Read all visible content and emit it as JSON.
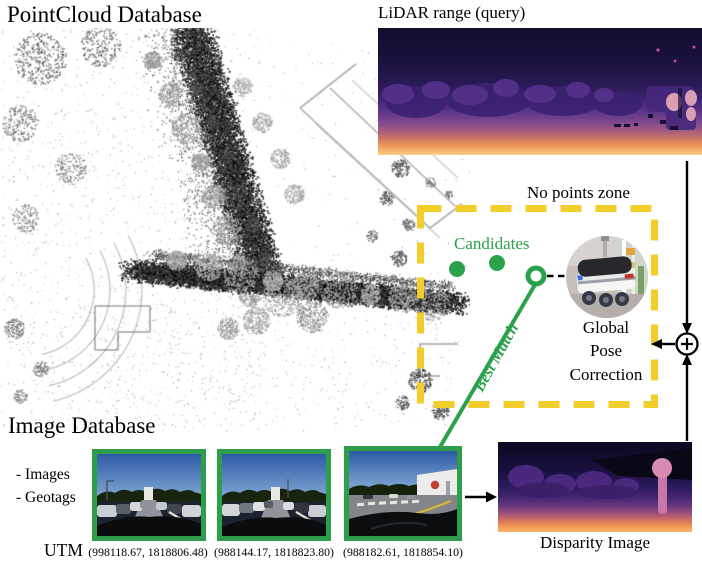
{
  "colors": {
    "accent_green": "#2aa14b",
    "zone_yellow": "#f2ce2b",
    "line_black": "#000000"
  },
  "pointcloud": {
    "title": "PointCloud Database"
  },
  "lidar": {
    "label": "LiDAR range (query)"
  },
  "matching": {
    "no_points_label": "No points zone",
    "candidates_label": "Candidates",
    "best_match_label": "Best Match",
    "global_pose_lines": [
      "Global",
      "Pose",
      "Correction"
    ]
  },
  "icons": {
    "sum_node": "circled-plus",
    "robot": "delivery-robot-photo"
  },
  "image_database": {
    "title": "Image Database",
    "items": [
      "- Images",
      "- Geotags"
    ],
    "utm_label": "UTM",
    "images": [
      {
        "coords": "(998118.67, 1818806.48)"
      },
      {
        "coords": "(988144.17, 1818823.80)"
      },
      {
        "coords": "(988182.61, 1818854.10)"
      }
    ]
  },
  "disparity": {
    "label": "Disparity Image"
  }
}
